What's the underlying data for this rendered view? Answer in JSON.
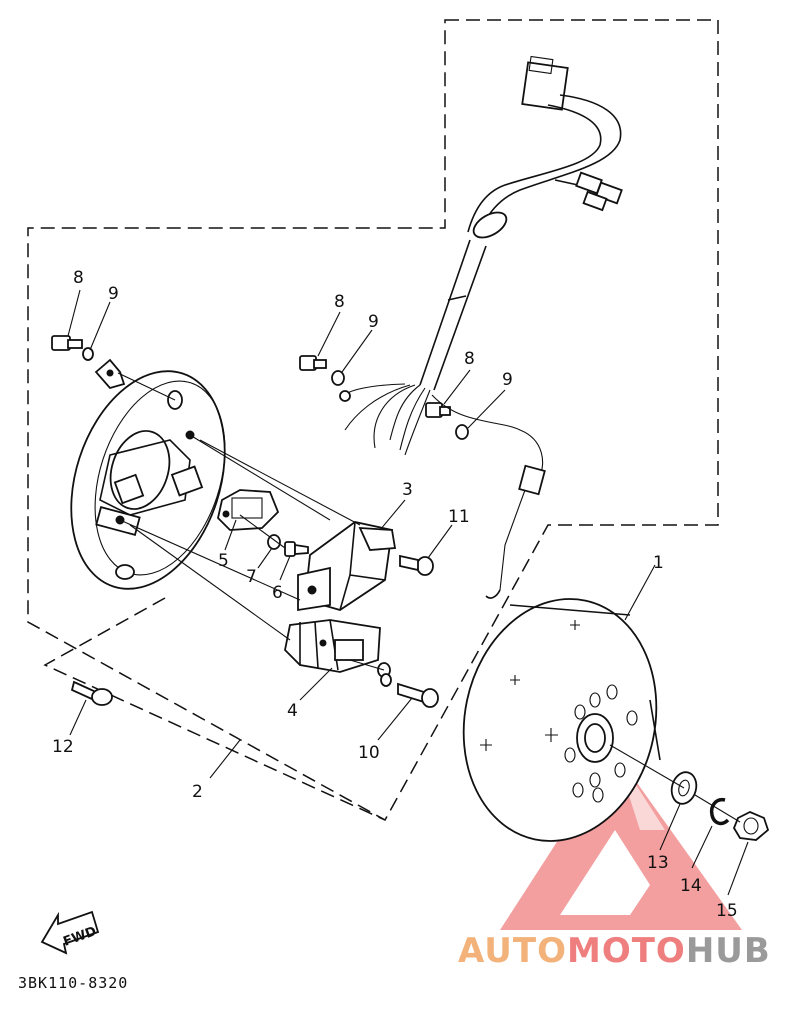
{
  "callouts": {
    "p1": "1",
    "p2": "2",
    "p3": "3",
    "p4": "4",
    "p5": "5",
    "p6": "6",
    "p7": "7",
    "p8a": "8",
    "p8b": "8",
    "p8c": "8",
    "p9a": "9",
    "p9b": "9",
    "p9c": "9",
    "p10": "10",
    "p11": "11",
    "p12": "12",
    "p13": "13",
    "p14": "14",
    "p15": "15"
  },
  "fwd_label": "FWD",
  "diagram_code": "3BK110-8320",
  "watermark": {
    "part1": "AUTO",
    "part2": "MOTO",
    "part3": "HUB",
    "colors": {
      "auto": "#f2b27a",
      "moto": "#ef7e7e",
      "hub": "#9a9a9a",
      "logo": "#f08080"
    }
  }
}
